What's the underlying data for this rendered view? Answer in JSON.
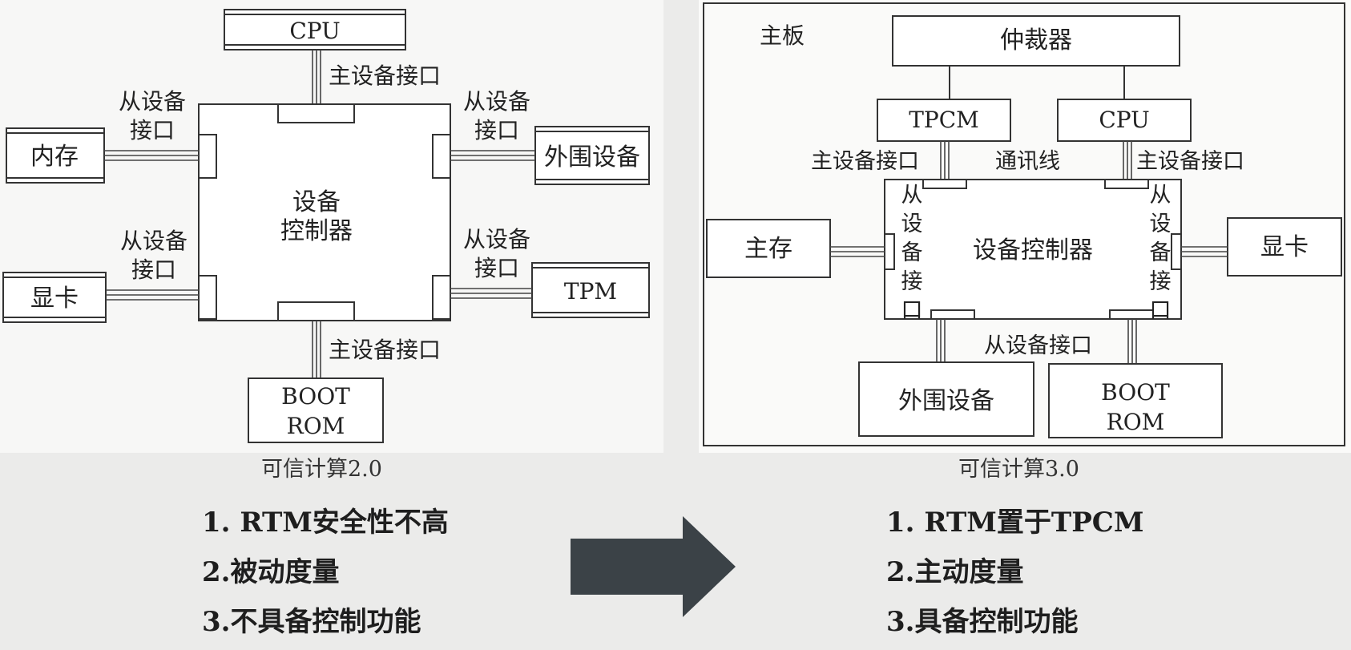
{
  "left_diagram": {
    "cpu": "CPU",
    "controller_line1": "设备",
    "controller_line2": "控制器",
    "memory": "内存",
    "gpu": "显卡",
    "peripheral": "外围设备",
    "tpm": "TPM",
    "boot_line1": "BOOT",
    "boot_line2": "ROM",
    "master_iface_top": "主设备接口",
    "master_iface_bottom": "主设备接口",
    "slave_line1": "从设备",
    "slave_line2": "接口"
  },
  "right_diagram": {
    "motherboard": "主板",
    "arbiter": "仲裁器",
    "tpcm": "TPCM",
    "cpu": "CPU",
    "comm_line": "通讯线",
    "master_iface_left": "主设备接口",
    "master_iface_right": "主设备接口",
    "controller": "设备控制器",
    "main_memory": "主存",
    "gpu": "显卡",
    "slave_vertical": [
      "从",
      "设",
      "备",
      "接",
      "口"
    ],
    "slave_iface_bottom": "从设备接口",
    "peripheral": "外围设备",
    "boot_line1": "BOOT",
    "boot_line2": "ROM"
  },
  "captions": {
    "left": "可信计算2.0",
    "right": "可信计算3.0"
  },
  "left_points": [
    "1. RTM安全性不高",
    "2.被动度量",
    "3.不具备控制功能"
  ],
  "right_points": [
    "1. RTM置于TPCM",
    "2.主动度量",
    "3.具备控制功能"
  ],
  "colors": {
    "arrow": "#3b4247",
    "background": "#ebebea"
  }
}
